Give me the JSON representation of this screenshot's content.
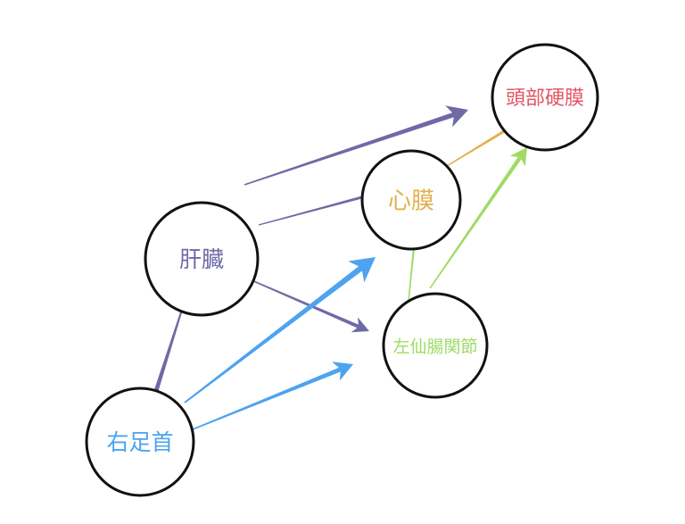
{
  "nodes": {
    "liver": {
      "label": "肝臓",
      "color": "#6f6aa6"
    },
    "right_ankle": {
      "label": "右足首",
      "color": "#4da3ef"
    },
    "pericardium": {
      "label": "心膜",
      "color": "#e2b04b"
    },
    "dura": {
      "label": "頭部硬膜",
      "color": "#e25563"
    },
    "si_joint": {
      "label": "左仙腸関節",
      "color": "#9edb64"
    }
  },
  "edges": [
    {
      "from": "liver",
      "to": "dura",
      "color": "#6f6aa6"
    },
    {
      "from": "liver",
      "to": "pericardium",
      "color": "#6f6aa6"
    },
    {
      "from": "liver",
      "to": "si_joint",
      "color": "#6f6aa6"
    },
    {
      "from": "liver",
      "to": "right_ankle",
      "color": "#6f6aa6"
    },
    {
      "from": "right_ankle",
      "to": "pericardium",
      "color": "#4da3ef"
    },
    {
      "from": "right_ankle",
      "to": "si_joint",
      "color": "#4da3ef"
    },
    {
      "from": "si_joint",
      "to": "pericardium",
      "color": "#9edb64"
    },
    {
      "from": "si_joint",
      "to": "dura",
      "color": "#9edb64"
    },
    {
      "from": "pericardium",
      "to": "dura",
      "color": "#e2b04b"
    }
  ]
}
